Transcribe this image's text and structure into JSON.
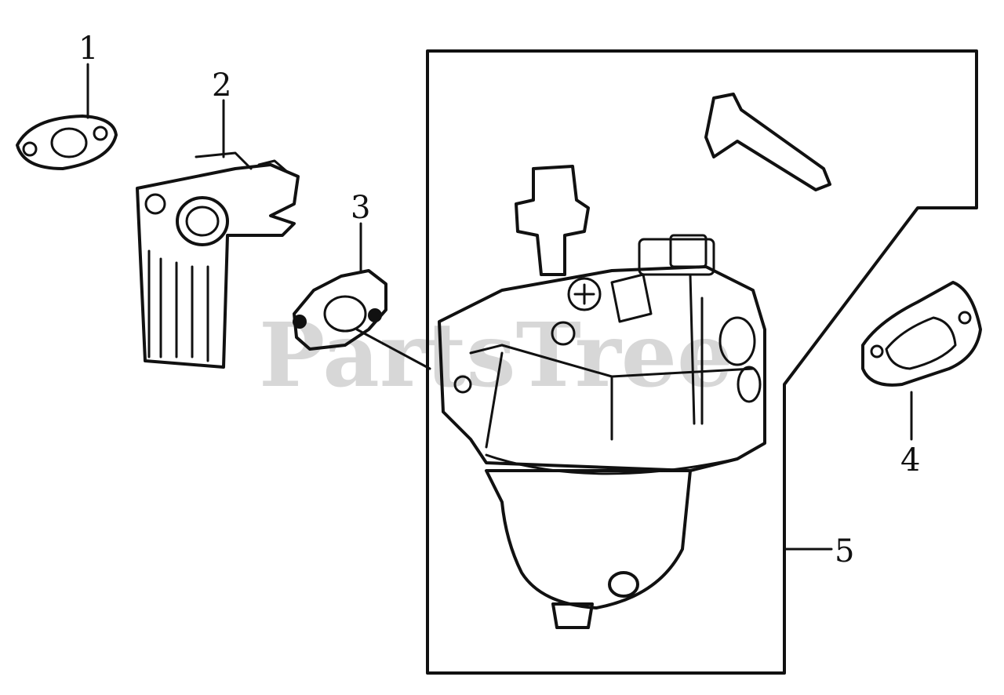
{
  "watermark": {
    "text": "PartsTree"
  },
  "callouts": [
    "1",
    "2",
    "3",
    "4",
    "5"
  ],
  "colors": {
    "ink": "#111111",
    "watermark": "#b8b8b8",
    "background": "#ffffff"
  }
}
